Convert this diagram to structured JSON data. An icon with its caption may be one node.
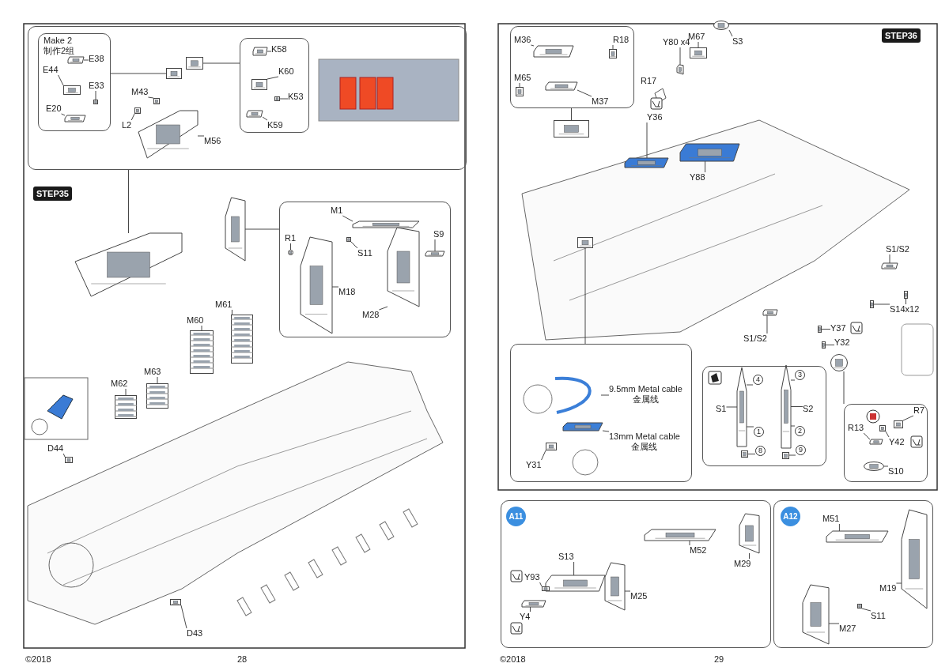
{
  "diagram": {
    "nodes": [
      {
        "text": [
          "STEP35"
        ]
      },
      {
        "text": [],
        "shape": "box"
      },
      {
        "text": [
          "Make 2",
          "制作2组"
        ],
        "in": 1
      },
      {
        "text": [
          "E38"
        ],
        "in": 2
      },
      {
        "text": [
          "E44"
        ],
        "in": 2
      },
      {
        "text": [
          "E33"
        ],
        "in": 2
      },
      {
        "text": [
          "E20"
        ],
        "in": 2
      },
      {
        "text": [
          "M43"
        ],
        "in": 1
      },
      {
        "text": [
          "L2"
        ],
        "in": 1
      },
      {
        "text": [
          "M56"
        ],
        "in": 1
      },
      {
        "text": [],
        "shape": "box",
        "in": 1
      },
      {
        "text": [
          "K58"
        ],
        "in": 10
      },
      {
        "text": [
          "K60"
        ],
        "in": 10
      },
      {
        "text": [
          "K53"
        ],
        "in": 10
      },
      {
        "text": [
          "K59"
        ],
        "in": 10
      },
      {
        "text": [],
        "shape": "box"
      },
      {
        "text": [
          "M1"
        ],
        "in": 15
      },
      {
        "text": [
          "R1"
        ],
        "in": 15
      },
      {
        "text": [
          "S11"
        ],
        "in": 15
      },
      {
        "text": [
          "S9"
        ],
        "in": 15
      },
      {
        "text": [
          "M18"
        ],
        "in": 15
      },
      {
        "text": [
          "M28"
        ],
        "in": 15
      },
      {
        "text": [
          "M61"
        ]
      },
      {
        "text": [
          "M60"
        ]
      },
      {
        "text": [
          "M63"
        ]
      },
      {
        "text": [
          "M62"
        ]
      },
      {
        "text": [
          "D44"
        ]
      },
      {
        "text": [
          "D43"
        ]
      },
      {
        "text": [
          "STEP36"
        ]
      },
      {
        "text": [],
        "shape": "box"
      },
      {
        "text": [
          "M36"
        ],
        "in": 29
      },
      {
        "text": [
          "R18"
        ],
        "in": 29
      },
      {
        "text": [
          "M65"
        ],
        "in": 29
      },
      {
        "text": [
          "M37"
        ],
        "in": 29
      },
      {
        "text": [
          "Y80 x4"
        ]
      },
      {
        "text": [
          "M67"
        ]
      },
      {
        "text": [
          "S3"
        ]
      },
      {
        "text": [
          "Y36"
        ]
      },
      {
        "text": [
          "Y88"
        ]
      },
      {
        "text": [
          "S1/S2"
        ]
      },
      {
        "text": [
          "S14x12"
        ]
      },
      {
        "text": [
          "S1/S2"
        ]
      },
      {
        "text": [
          "Y37"
        ]
      },
      {
        "text": [
          "Y32"
        ]
      },
      {
        "text": [],
        "shape": "box"
      },
      {
        "text": [
          "9.5mm Metal cable",
          "金属线"
        ],
        "in": 44
      },
      {
        "text": [
          "13mm Metal cable",
          "金属线"
        ],
        "in": 44
      },
      {
        "text": [
          "Y31"
        ],
        "in": 44
      },
      {
        "text": [],
        "shape": "box"
      },
      {
        "text": [
          "S1"
        ],
        "in": 48
      },
      {
        "text": [
          "S2"
        ],
        "in": 48
      },
      {
        "text": [
          "4"
        ],
        "in": 48
      },
      {
        "text": [
          "3"
        ],
        "in": 48
      },
      {
        "text": [
          "1"
        ],
        "in": 48
      },
      {
        "text": [
          "2"
        ],
        "in": 48
      },
      {
        "text": [
          "8"
        ],
        "in": 48
      },
      {
        "text": [
          "9"
        ],
        "in": 48
      },
      {
        "text": [],
        "shape": "box"
      },
      {
        "text": [
          "R7"
        ],
        "in": 57
      },
      {
        "text": [
          "R13"
        ],
        "in": 57
      },
      {
        "text": [
          "Y42"
        ],
        "in": 57
      },
      {
        "text": [
          "S10"
        ],
        "in": 57
      },
      {
        "text": [],
        "shape": "box"
      },
      {
        "text": [
          "A11"
        ],
        "in": 62
      },
      {
        "text": [
          "M52"
        ],
        "in": 62
      },
      {
        "text": [
          "M29"
        ],
        "in": 62
      },
      {
        "text": [
          "S13"
        ],
        "in": 62
      },
      {
        "text": [
          "Y93"
        ],
        "in": 62
      },
      {
        "text": [
          "M25"
        ],
        "in": 62
      },
      {
        "text": [
          "Y4"
        ],
        "in": 62
      },
      {
        "text": [],
        "shape": "box"
      },
      {
        "text": [
          "A12"
        ],
        "in": 70
      },
      {
        "text": [
          "M51"
        ],
        "in": 70
      },
      {
        "text": [
          "M19"
        ],
        "in": 70
      },
      {
        "text": [
          "S11"
        ],
        "in": 70
      },
      {
        "text": [
          "M27"
        ],
        "in": 70
      },
      {
        "text": [],
        "shape": "picture"
      },
      {
        "text": [],
        "shape": "picture",
        "in": 1
      },
      {
        "text": [],
        "shape": "picture",
        "in": 2
      },
      {
        "text": [],
        "shape": "picture",
        "in": 2
      },
      {
        "text": [],
        "shape": "picture",
        "in": 2
      },
      {
        "text": [],
        "shape": "picture",
        "in": 2
      },
      {
        "text": [],
        "shape": "picture",
        "in": 1
      },
      {
        "text": [],
        "shape": "picture",
        "in": 1
      },
      {
        "text": [],
        "shape": "picture",
        "in": 1
      },
      {
        "text": [],
        "shape": "picture",
        "in": 1
      },
      {
        "text": [],
        "shape": "picture",
        "in": 10
      },
      {
        "text": [],
        "shape": "picture",
        "in": 10
      },
      {
        "text": [],
        "shape": "picture",
        "in": 10
      },
      {
        "text": [],
        "shape": "picture",
        "in": 10
      },
      {
        "text": [],
        "shape": "picture"
      },
      {
        "text": [],
        "shape": "picture",
        "in": 15
      },
      {
        "text": [],
        "shape": "picture",
        "in": 15
      },
      {
        "text": [],
        "shape": "picture",
        "in": 15
      },
      {
        "text": [],
        "shape": "picture",
        "in": 15
      },
      {
        "text": [],
        "shape": "picture",
        "in": 15
      },
      {
        "text": [],
        "shape": "picture",
        "in": 15
      },
      {
        "text": [],
        "shape": "picture"
      },
      {
        "text": [],
        "shape": "picture"
      },
      {
        "text": [],
        "shape": "picture"
      },
      {
        "text": [],
        "shape": "picture"
      },
      {
        "text": [],
        "shape": "picture"
      },
      {
        "text": [],
        "shape": "picture"
      },
      {
        "text": [],
        "shape": "picture"
      },
      {
        "text": [],
        "shape": "picture",
        "in": 29
      },
      {
        "text": [],
        "shape": "picture",
        "in": 29
      },
      {
        "text": [],
        "shape": "picture",
        "in": 29
      },
      {
        "text": [],
        "shape": "picture",
        "in": 29
      },
      {
        "text": [],
        "shape": "picture"
      },
      {
        "text": [],
        "shape": "picture"
      },
      {
        "text": [],
        "shape": "picture"
      },
      {
        "text": [],
        "shape": "picture"
      },
      {
        "text": [],
        "shape": "picture"
      },
      {
        "text": [],
        "shape": "picture"
      },
      {
        "text": [],
        "shape": "picture"
      },
      {
        "text": [],
        "shape": "picture"
      },
      {
        "text": [],
        "shape": "picture"
      },
      {
        "text": [],
        "shape": "picture"
      },
      {
        "text": [],
        "shape": "picture"
      },
      {
        "text": [],
        "shape": "picture"
      },
      {
        "text": [],
        "shape": "picture",
        "in": 44
      },
      {
        "text": [],
        "shape": "picture",
        "in": 44
      },
      {
        "text": [],
        "shape": "picture",
        "in": 44
      },
      {
        "text": [],
        "shape": "picture",
        "in": 48
      },
      {
        "text": [],
        "shape": "picture",
        "in": 48
      },
      {
        "text": [],
        "shape": "picture",
        "in": 48
      },
      {
        "text": [],
        "shape": "picture",
        "in": 48
      },
      {
        "text": [],
        "shape": "picture"
      },
      {
        "text": [],
        "shape": "picture",
        "in": 57
      },
      {
        "text": [],
        "shape": "picture",
        "in": 57
      },
      {
        "text": [],
        "shape": "picture",
        "in": 57
      },
      {
        "text": [],
        "shape": "picture",
        "in": 57
      },
      {
        "text": [],
        "shape": "picture",
        "in": 62
      },
      {
        "text": [],
        "shape": "picture",
        "in": 62
      },
      {
        "text": [],
        "shape": "picture",
        "in": 62
      },
      {
        "text": [],
        "shape": "picture",
        "in": 62
      },
      {
        "text": [],
        "shape": "picture",
        "in": 62
      },
      {
        "text": [],
        "shape": "picture",
        "in": 62
      },
      {
        "text": [],
        "shape": "picture",
        "in": 70
      },
      {
        "text": [],
        "shape": "picture",
        "in": 70
      },
      {
        "text": [],
        "shape": "picture",
        "in": 70
      },
      {
        "text": [],
        "shape": "picture",
        "in": 70
      }
    ],
    "edges": [
      {
        "from": 1,
        "to": 76,
        "arrow": "none"
      },
      {
        "from": 2,
        "to": 77,
        "arrow": "none"
      },
      {
        "from": 3,
        "to": 78,
        "arrow": "none"
      },
      {
        "from": 4,
        "to": 79,
        "arrow": "none"
      },
      {
        "from": 5,
        "to": 80,
        "arrow": "none"
      },
      {
        "from": 6,
        "to": 81,
        "arrow": "none"
      },
      {
        "from": 7,
        "to": 82,
        "arrow": "none"
      },
      {
        "from": 8,
        "to": 83,
        "arrow": "none"
      },
      {
        "from": 9,
        "to": 84,
        "arrow": "none"
      },
      {
        "from": 10,
        "to": 85,
        "arrow": "none"
      },
      {
        "from": 11,
        "to": 86,
        "arrow": "none"
      },
      {
        "from": 12,
        "to": 87,
        "arrow": "none"
      },
      {
        "from": 13,
        "to": 88,
        "arrow": "none"
      },
      {
        "from": 14,
        "to": 89,
        "arrow": "none"
      },
      {
        "from": 15,
        "to": 90,
        "arrow": "none"
      },
      {
        "from": 16,
        "to": 91,
        "arrow": "none"
      },
      {
        "from": 17,
        "to": 92,
        "arrow": "none"
      },
      {
        "from": 18,
        "to": 93,
        "arrow": "none"
      },
      {
        "from": 19,
        "to": 94,
        "arrow": "none"
      },
      {
        "from": 20,
        "to": 95,
        "arrow": "none"
      },
      {
        "from": 21,
        "to": 96,
        "arrow": "none"
      },
      {
        "from": 22,
        "to": 97,
        "arrow": "none"
      },
      {
        "from": 23,
        "to": 98,
        "arrow": "none"
      },
      {
        "from": 24,
        "to": 99,
        "arrow": "none"
      },
      {
        "from": 25,
        "to": 100,
        "arrow": "none"
      },
      {
        "from": 26,
        "to": 101,
        "arrow": "none"
      },
      {
        "from": 27,
        "to": 102,
        "arrow": "none"
      },
      {
        "from": 29,
        "to": 103,
        "arrow": "none"
      },
      {
        "from": 30,
        "to": 104,
        "arrow": "none"
      },
      {
        "from": 31,
        "to": 105,
        "arrow": "none"
      },
      {
        "from": 32,
        "to": 106,
        "arrow": "none"
      },
      {
        "from": 33,
        "to": 107,
        "arrow": "none"
      },
      {
        "from": 34,
        "to": 108,
        "arrow": "none"
      },
      {
        "from": 35,
        "to": 109,
        "arrow": "none"
      },
      {
        "from": 36,
        "to": 110,
        "arrow": "none"
      },
      {
        "from": 37,
        "to": 111,
        "arrow": "none"
      },
      {
        "from": 38,
        "to": 112,
        "arrow": "none"
      },
      {
        "from": 39,
        "to": 113,
        "arrow": "none"
      },
      {
        "from": 40,
        "to": 114,
        "arrow": "none"
      },
      {
        "from": 40,
        "to": 115,
        "arrow": "none"
      },
      {
        "from": 41,
        "to": 116,
        "arrow": "none"
      },
      {
        "from": 42,
        "to": 117,
        "arrow": "none"
      },
      {
        "from": 43,
        "to": 118,
        "arrow": "none"
      },
      {
        "from": 44,
        "to": 119,
        "arrow": "none"
      },
      {
        "from": 45,
        "to": 120,
        "arrow": "none"
      },
      {
        "from": 46,
        "to": 121,
        "arrow": "none"
      },
      {
        "from": 47,
        "to": 122,
        "arrow": "none"
      },
      {
        "from": 49,
        "to": 123,
        "arrow": "none"
      },
      {
        "from": 50,
        "to": 124,
        "arrow": "none"
      },
      {
        "from": 51,
        "to": 123,
        "arrow": "none"
      },
      {
        "from": 52,
        "to": 124,
        "arrow": "none"
      },
      {
        "from": 53,
        "to": 123,
        "arrow": "none"
      },
      {
        "from": 54,
        "to": 124,
        "arrow": "none"
      },
      {
        "from": 55,
        "to": 125,
        "arrow": "none"
      },
      {
        "from": 56,
        "to": 126,
        "arrow": "none"
      },
      {
        "from": 57,
        "to": 127,
        "arrow": "none"
      },
      {
        "from": 58,
        "to": 128,
        "arrow": "none"
      },
      {
        "from": 59,
        "to": 129,
        "arrow": "none"
      },
      {
        "from": 60,
        "to": 130,
        "arrow": "none"
      },
      {
        "from": 61,
        "to": 131,
        "arrow": "none"
      },
      {
        "from": 64,
        "to": 132,
        "arrow": "none"
      },
      {
        "from": 65,
        "to": 133,
        "arrow": "none"
      },
      {
        "from": 66,
        "to": 134,
        "arrow": "none"
      },
      {
        "from": 67,
        "to": 135,
        "arrow": "none"
      },
      {
        "from": 68,
        "to": 136,
        "arrow": "none"
      },
      {
        "from": 69,
        "to": 137,
        "arrow": "none"
      },
      {
        "from": 72,
        "to": 138,
        "arrow": "none"
      },
      {
        "from": 73,
        "to": 139,
        "arrow": "none"
      },
      {
        "from": 74,
        "to": 140,
        "arrow": "none"
      },
      {
        "from": 75,
        "to": 141,
        "arrow": "none"
      }
    ],
    "labels": [
      "R17",
      "©2018",
      "28",
      "©2018",
      "29"
    ]
  }
}
